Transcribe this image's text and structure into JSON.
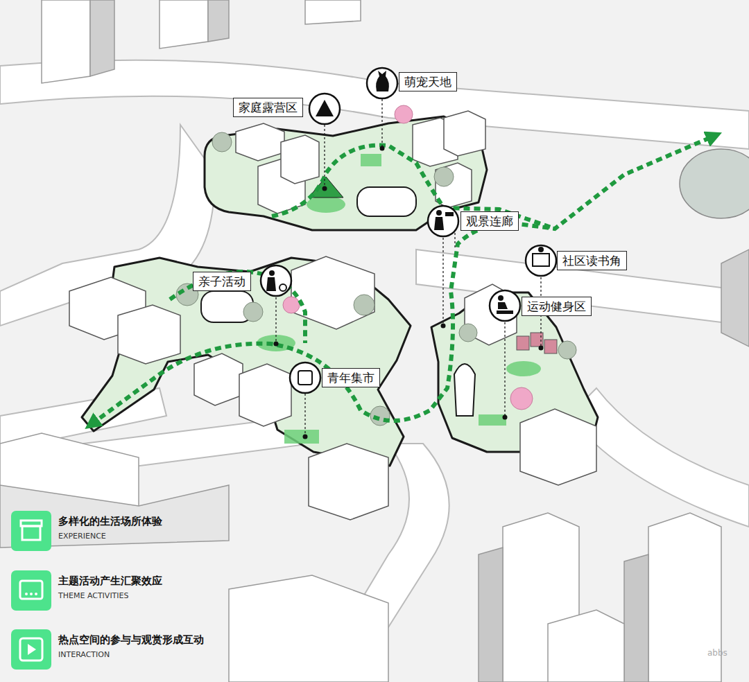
{
  "diagram": {
    "nodes": [
      {
        "text": [
          "家庭露营区"
        ]
      },
      {
        "text": [
          "萌宠天地"
        ]
      },
      {
        "text": [
          "观景连廊"
        ]
      },
      {
        "text": [
          "社区读书角"
        ]
      },
      {
        "text": [
          "亲子活动"
        ]
      },
      {
        "text": [
          "运动健身区"
        ]
      },
      {
        "text": [
          "青年集市"
        ]
      }
    ],
    "labels": [
      "EXPERIENCE",
      "THEME ACTIVITIES",
      "INTERACTION",
      "abbs"
    ],
    "legend": [
      {
        "text": "多样化的生活场所体验",
        "color": "#4de38c"
      },
      {
        "text": "主题活动产生汇聚效应",
        "color": "#4de38c"
      },
      {
        "text": "热点空间的参与与观赏形成互动",
        "color": "#4de38c"
      }
    ]
  }
}
